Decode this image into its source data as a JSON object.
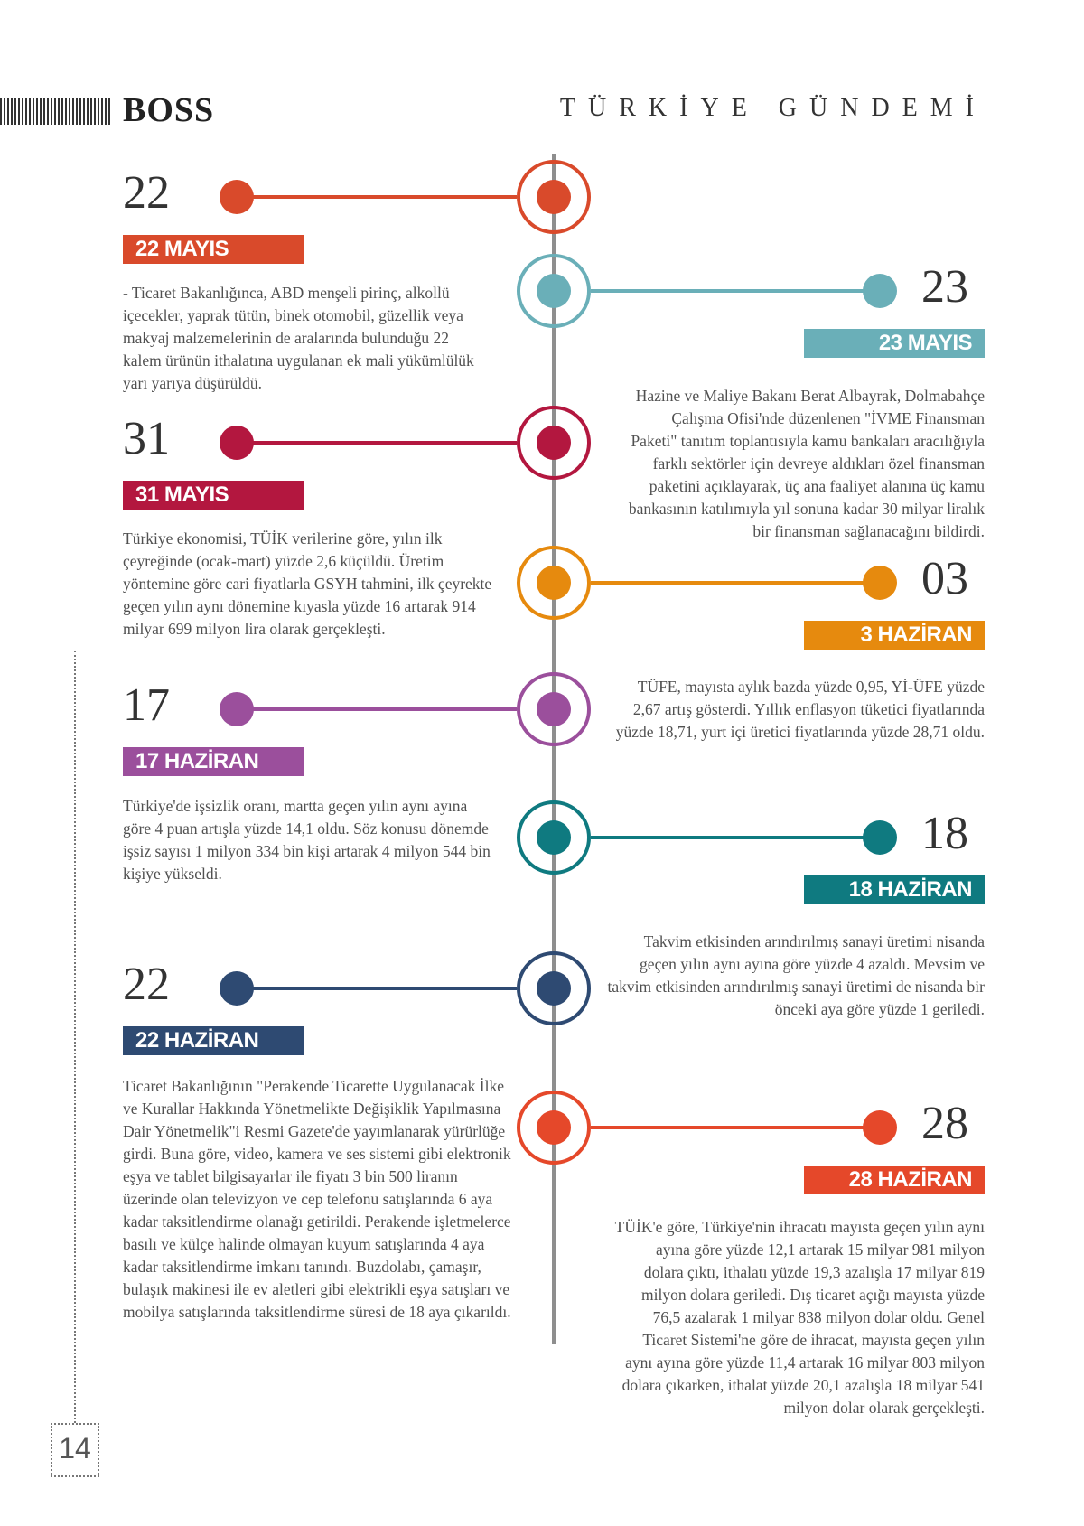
{
  "header": {
    "brand": "BOSS",
    "section": "TÜRKİYE GÜNDEMİ"
  },
  "events": [
    {
      "day": "22",
      "date_label": "22 MAYIS",
      "side": "left",
      "color": "#d94a2b",
      "text": "- Ticaret Bakanlığınca, ABD menşeli pirinç, alkollü içecekler, yaprak tütün, binek otomobil, güzellik veya makyaj malzemelerinin de aralarında bulunduğu 22 kalem ürünün ithalatına uygulanan ek mali yükümlülük yarı yarıya düşürüldü."
    },
    {
      "day": "23",
      "date_label": "23 MAYIS",
      "side": "right",
      "color": "#6aafb8",
      "text": "Hazine ve Maliye Bakanı Berat Albayrak, Dolmabahçe Çalışma Ofisi'nde düzenlenen \"İVME Finansman Paketi\" tanıtım toplantısıyla kamu bankaları aracılığıyla farklı sektörler için devreye aldıkları özel finansman paketini açıklayarak, üç ana faaliyet alanına üç kamu bankasının katılımıyla yıl sonuna kadar 30 milyar liralık bir finansman sağlanacağını bildirdi."
    },
    {
      "day": "31",
      "date_label": "31 MAYIS",
      "side": "left",
      "color": "#b3173f",
      "text": "Türkiye ekonomisi, TÜİK verilerine göre, yılın ilk çeyreğinde (ocak-mart) yüzde 2,6 küçüldü. Üretim yöntemine göre cari fiyatlarla GSYH tahmini, ilk çeyrekte geçen yılın aynı dönemine kıyasla yüzde 16 artarak 914 milyar 699 milyon lira olarak gerçekleşti."
    },
    {
      "day": "03",
      "date_label": "3 HAZİRAN",
      "side": "right",
      "color": "#e68a0e",
      "text": "TÜFE, mayısta aylık bazda yüzde 0,95, Yİ-ÜFE yüzde 2,67 artış gösterdi. Yıllık enflasyon tüketici fiyatlarında yüzde 18,71, yurt içi üretici fiyatlarında yüzde 28,71 oldu."
    },
    {
      "day": "17",
      "date_label": "17 HAZİRAN",
      "side": "left",
      "color": "#9b4f9c",
      "text": "Türkiye'de işsizlik oranı, martta geçen yılın aynı ayına göre 4 puan artışla yüzde 14,1 oldu. Söz konusu dönemde işsiz sayısı 1 milyon 334 bin kişi artarak 4 milyon 544 bin kişiye yükseldi."
    },
    {
      "day": "18",
      "date_label": "18 HAZİRAN",
      "side": "right",
      "color": "#0f7a80",
      "text": "Takvim etkisinden arındırılmış sanayi üretimi nisanda geçen yılın aynı ayına göre yüzde 4 azaldı. Mevsim ve takvim etkisinden arındırılmış sanayi üretimi de nisanda bir önceki aya göre yüzde 1 geriledi."
    },
    {
      "day": "22",
      "date_label": "22 HAZİRAN",
      "side": "left",
      "color": "#2e4a72",
      "text": "Ticaret Bakanlığının \"Perakende Ticarette Uygulanacak İlke ve Kurallar Hakkında Yönetmelikte Değişiklik Yapılmasına Dair Yönetmelik\"i Resmi Gazete'de yayımlanarak yürürlüğe girdi. Buna göre, video, kamera ve ses sistemi gibi elektronik eşya ve tablet bilgisayarlar ile fiyatı 3 bin 500 liranın üzerinde olan televizyon ve cep telefonu satışlarında 6 aya kadar taksitlendirme olanağı getirildi. Perakende işletmelerce basılı ve külçe halinde olmayan kuyum satışlarında 4 aya kadar taksitlendirme imkanı tanındı. Buzdolabı, çamaşır, bulaşık makinesi ile ev aletleri gibi elektrikli eşya satışları ve mobilya satışlarında taksitlendirme süresi de 18 aya çıkarıldı."
    },
    {
      "day": "28",
      "date_label": "28 HAZİRAN",
      "side": "right",
      "color": "#e5482a",
      "text": "TÜİK'e göre, Türkiye'nin ihracatı mayısta geçen yılın aynı ayına göre yüzde 12,1 artarak 15 milyar 981 milyon dolara çıktı, ithalatı yüzde 19,3 azalışla 17 milyar 819 milyon dolara geriledi. Dış ticaret açığı mayısta yüzde 76,5 azalarak 1 milyar 838 milyon dolar oldu. Genel Ticaret Sistemi'ne göre de ihracat, mayısta geçen yılın aynı ayına göre yüzde 11,4 artarak 16 milyar 803 milyon dolara çıkarken, ithalat yüzde 20,1 azalışla 18 milyar 541 milyon dolar olarak gerçekleşti."
    }
  ],
  "footer": {
    "page_number": "14"
  }
}
